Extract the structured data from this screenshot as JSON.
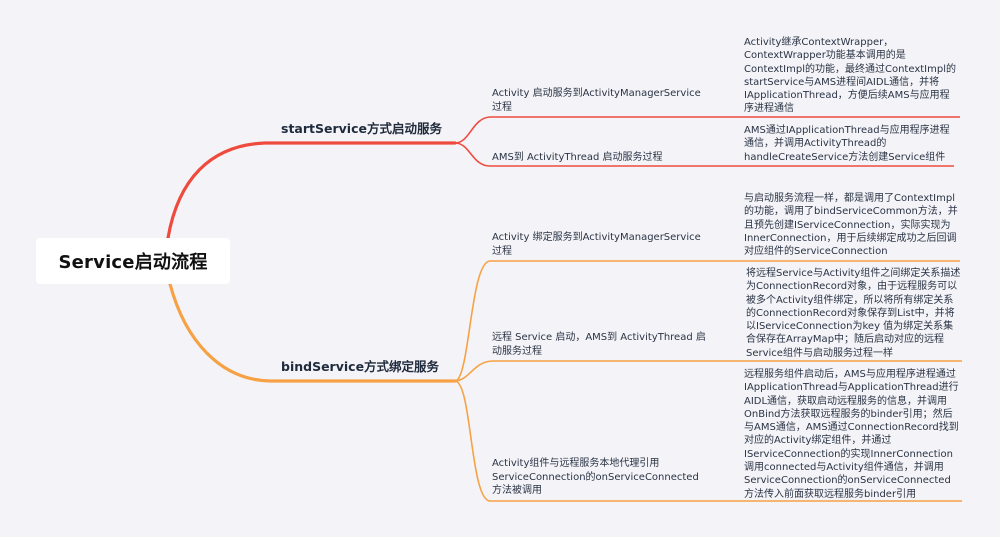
{
  "colors": {
    "background": "#f4f4f8",
    "start_branch": "#ee4b3e",
    "bind_branch": "#f7a145",
    "root_box": "#ffffff",
    "text": "#1f2a3c"
  },
  "root": {
    "label": "Service启动流程"
  },
  "branches": [
    {
      "label": "startService方式启动服务",
      "color": "#ee4b3e",
      "children": [
        {
          "label": "Activity 启动服务到ActivityManagerService过程",
          "detail": "Activity继承ContextWrapper，ContextWrapper功能基本调用的是ContextImpl的功能，最终通过ContextImpl的startService与AMS进程间AIDL通信，并将IApplicationThread，方便后续AMS与应用程序进程通信"
        },
        {
          "label": "AMS到 ActivityThread 启动服务过程",
          "detail": "AMS通过IApplicationThread与应用程序进程通信，并调用ActivityThread的handleCreateService方法创建Service组件"
        }
      ]
    },
    {
      "label": "bindService方式绑定服务",
      "color": "#f7a145",
      "children": [
        {
          "label": "Activity 绑定服务到ActivityManagerService过程",
          "detail": "与启动服务流程一样，都是调用了ContextImpl的功能，调用了bindServiceCommon方法，并且预先创建IServiceConnection，实际实现为InnerConnection，用于后续绑定成功之后回调对应组件的ServiceConnection"
        },
        {
          "label": "远程 Service 启动，AMS到 ActivityThread 启动服务过程",
          "detail": "将远程Service与Activity组件之间绑定关系描述为ConnectionRecord对象，由于远程服务可以被多个Activity组件绑定，所以将所有绑定关系的ConnectionRecord对象保存到List中，并将以IServiceConnection为key 值为绑定关系集合保存在ArrayMap中；随后启动对应的远程Service组件与启动服务过程一样"
        },
        {
          "label": "Activity组件与远程服务本地代理引用ServiceConnection的onServiceConnected方法被调用",
          "detail": "远程服务组件启动后，AMS与应用程序进程通过IApplicationThread与ApplicationThread进行AIDL通信，获取启动远程服务的信息，并调用OnBind方法获取远程服务的binder引用；然后与AMS通信，AMS通过ConnectionRecord找到对应的Activity绑定组件，并通过IServiceConnection的实现InnerConnection调用connected与Activity组件通信，并调用ServiceConnection的onServiceConnected方法传入前面获取远程服务binder引用"
        }
      ]
    }
  ]
}
